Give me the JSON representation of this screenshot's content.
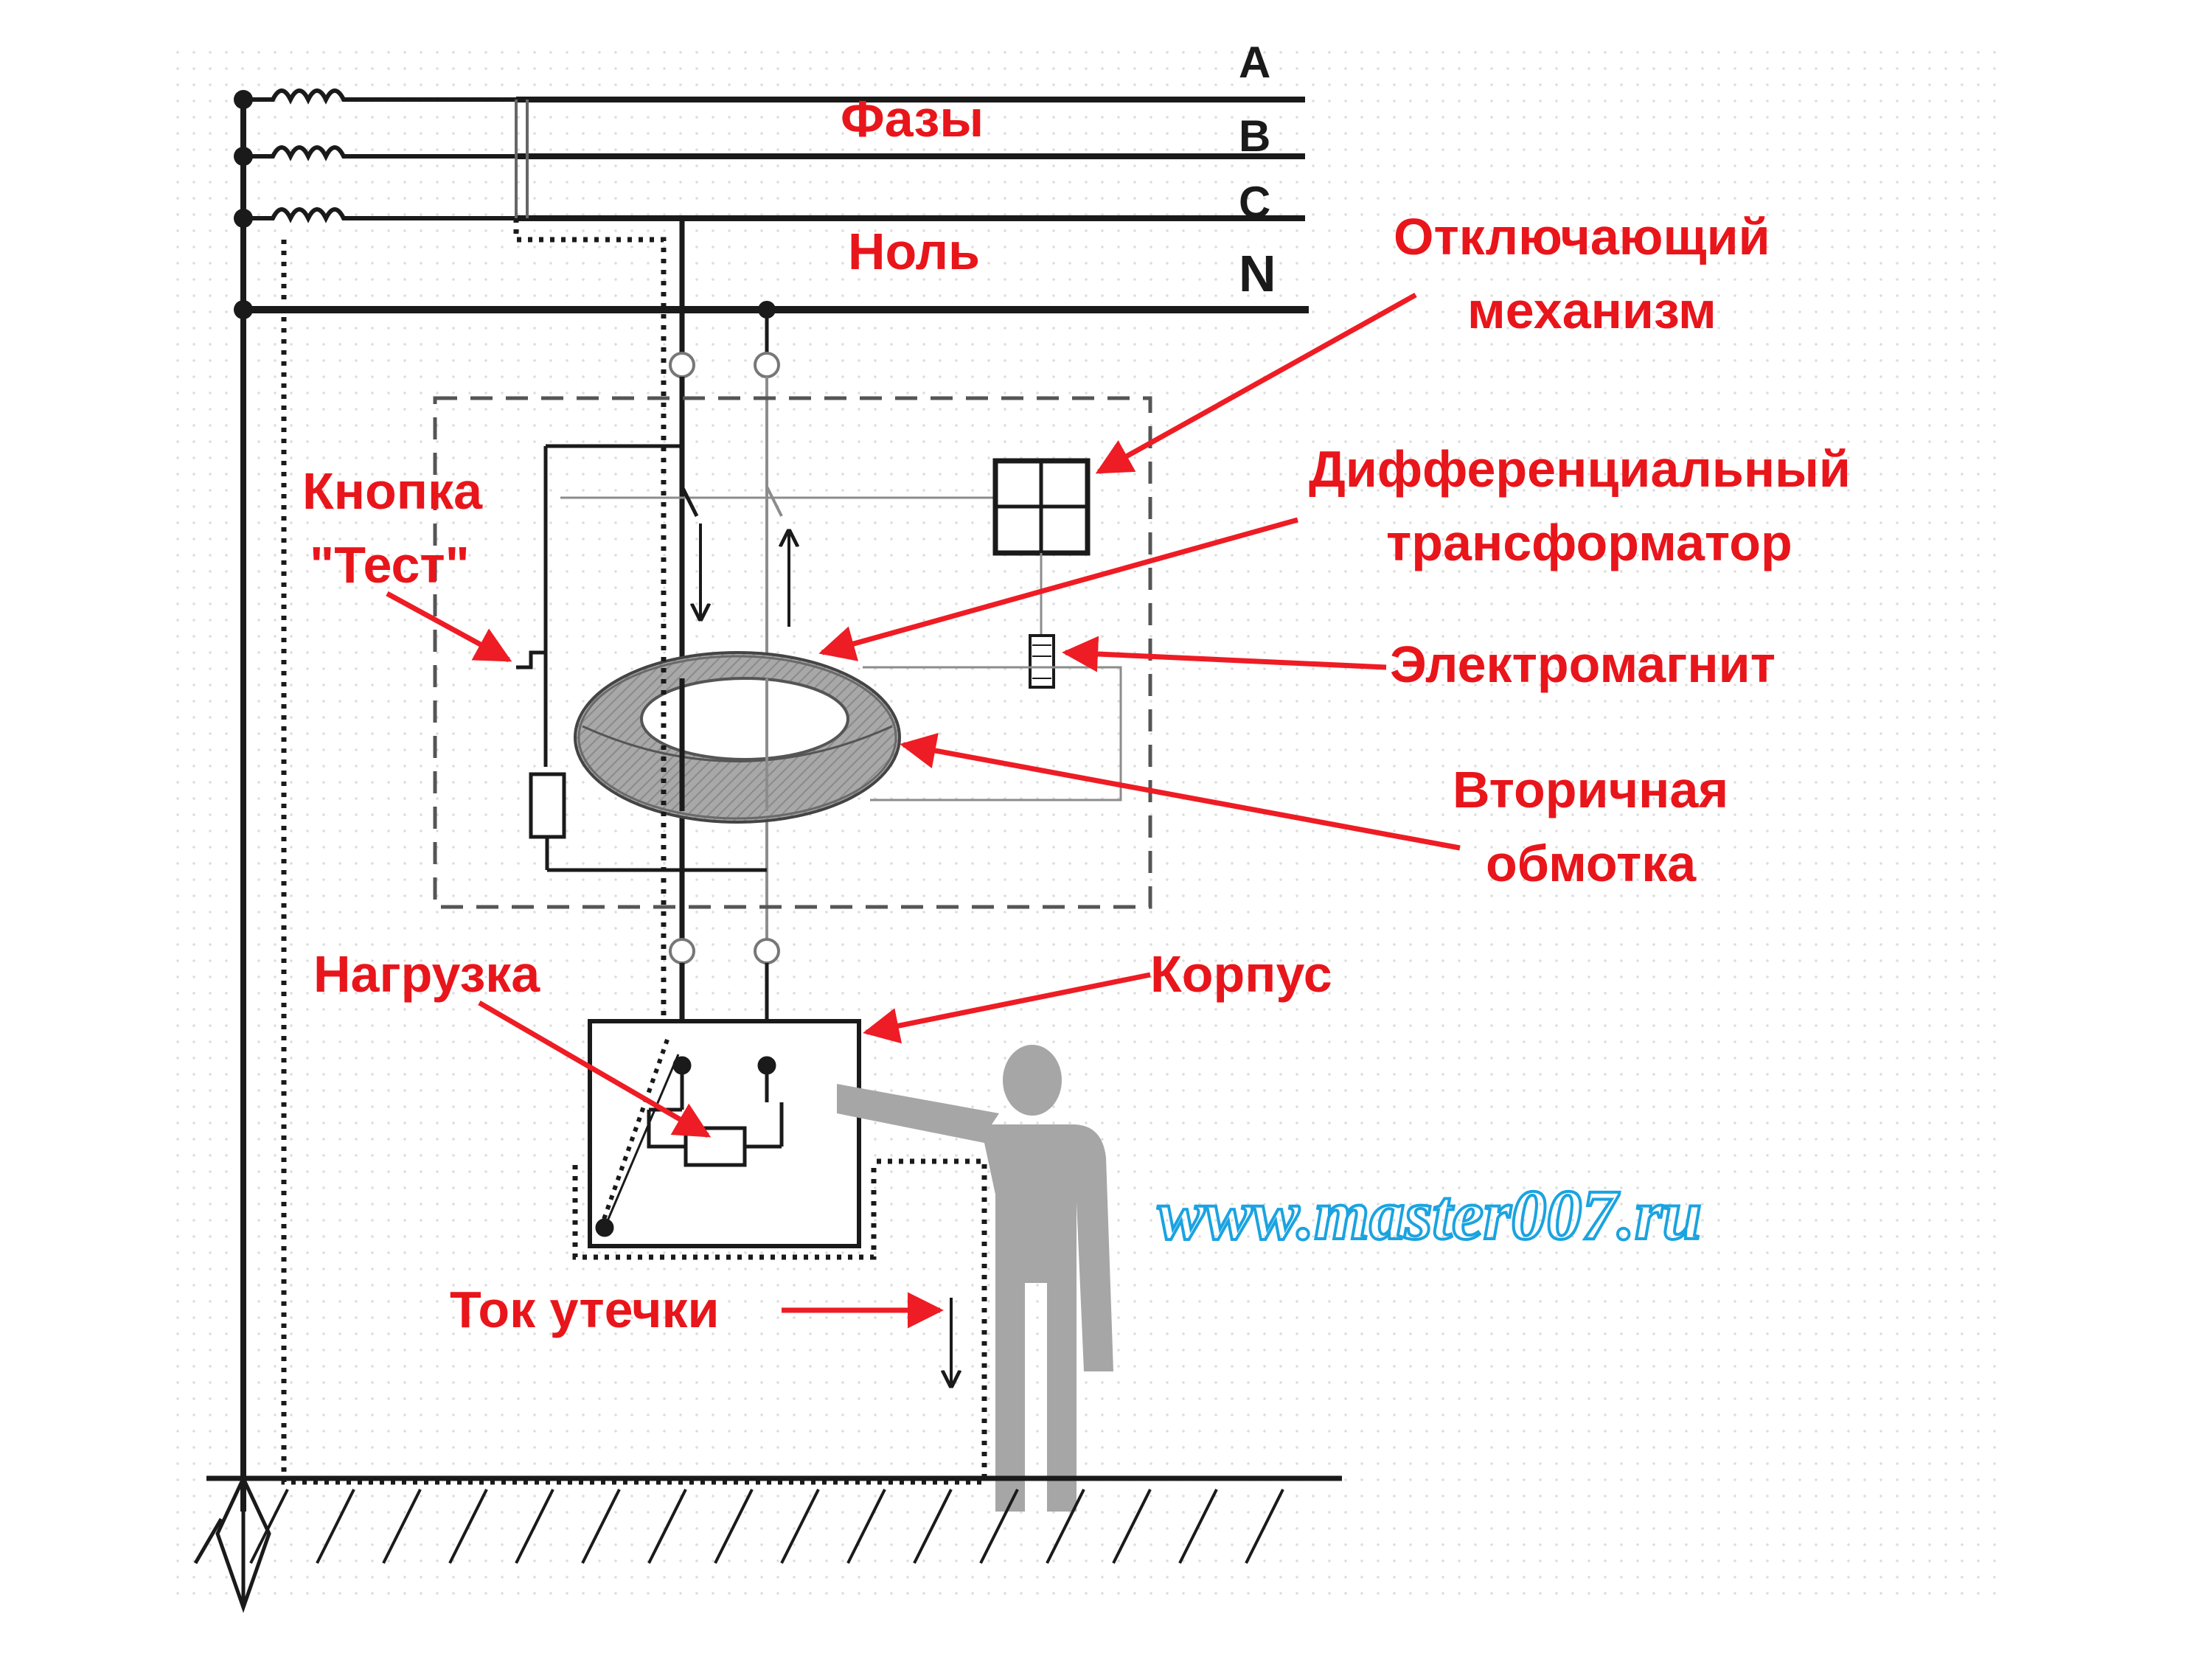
{
  "phase_letters": {
    "a": "A",
    "b": "B",
    "c": "C",
    "n": "N"
  },
  "labels": {
    "phases": "Фазы",
    "neutral": "Ноль",
    "trip_mechanism_line1": "Отключающий",
    "trip_mechanism_line2": "механизм",
    "diff_transformer_line1": "Дифференциальный",
    "diff_transformer_line2": "трансформатор",
    "electromagnet": "Электромагнит",
    "secondary_winding_line1": "Вторичная",
    "secondary_winding_line2": "обмотка",
    "test_button_line1": "Кнопка",
    "test_button_line2": "\"Тест\"",
    "load": "Нагрузка",
    "housing": "Корпус",
    "leakage_current": "Ток утечки"
  },
  "watermark": "www.master007.ru",
  "colors": {
    "label_red": "#e8151b",
    "arrow_red": "#ee1c24",
    "watermark_blue": "#1aa3e0",
    "wire": "#1a1a1a",
    "gray_wire": "#8c8c8c",
    "dashed_box": "#555555",
    "toroid": "#9a9a9a",
    "person": "#a6a6a6"
  },
  "icons": [
    "person-silhouette-icon",
    "ground-electrode-icon",
    "toroid-core-icon"
  ]
}
